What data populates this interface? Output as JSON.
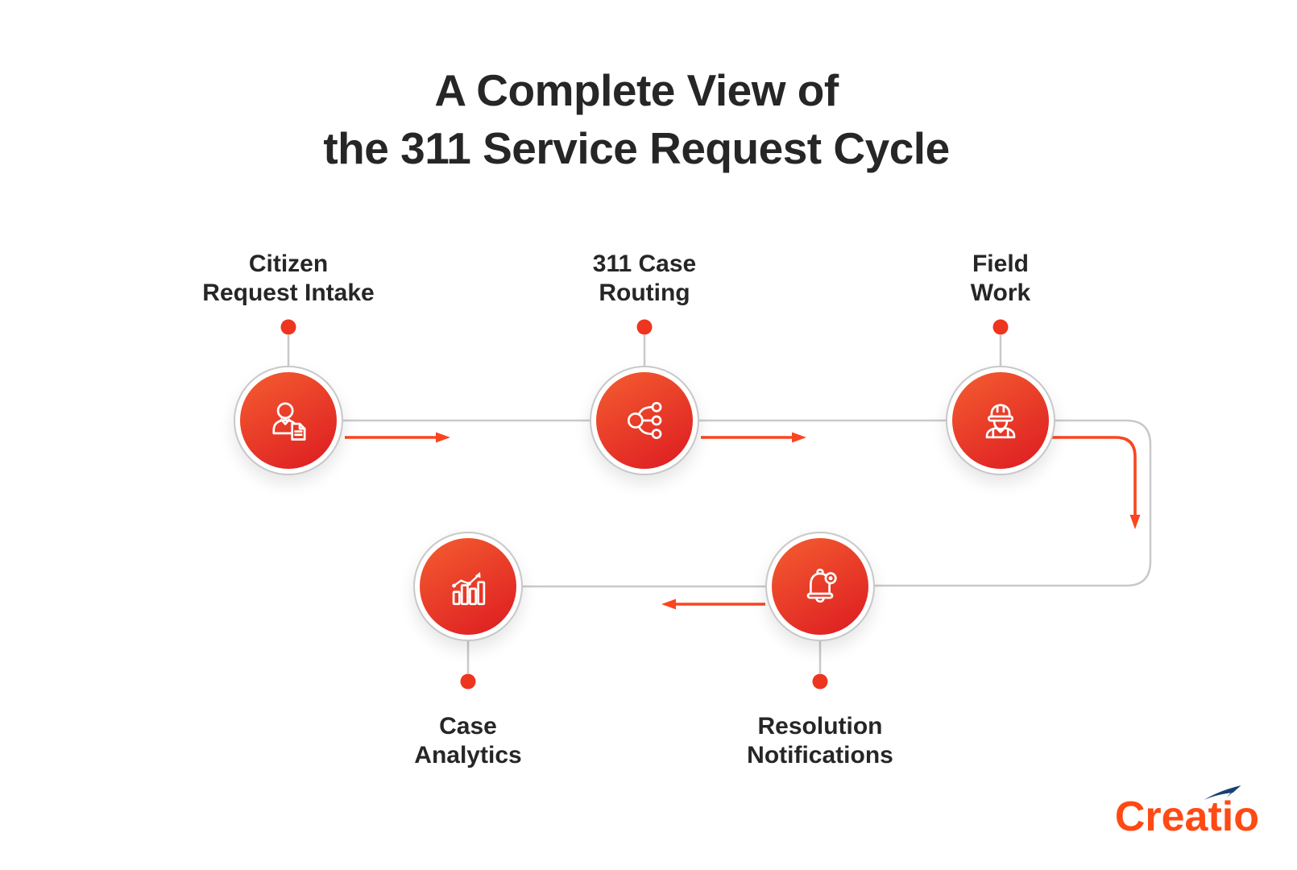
{
  "title": {
    "line1": "A Complete View of",
    "line2": "the 311 Service Request Cycle"
  },
  "flow_nodes": [
    {
      "label_line1": "Citizen",
      "label_line2": "Request Intake",
      "icon": "person-document-icon",
      "position": "top-left"
    },
    {
      "label_line1": "311 Case",
      "label_line2": "Routing",
      "icon": "routing-icon",
      "position": "top-center"
    },
    {
      "label_line1": "Field",
      "label_line2": "Work",
      "icon": "construction-worker-icon",
      "position": "top-right"
    },
    {
      "label_line1": "Resolution",
      "label_line2": "Notifications",
      "icon": "notification-bell-icon",
      "position": "bottom-right"
    },
    {
      "label_line1": "Case",
      "label_line2": "Analytics",
      "icon": "bar-chart-trend-icon",
      "position": "bottom-left"
    }
  ],
  "flow_order": [
    "Citizen Request Intake",
    "311 Case Routing",
    "Field Work",
    "Resolution Notifications",
    "Case Analytics"
  ],
  "logo": {
    "text": "Creatio"
  },
  "colors": {
    "node_gradient_start": "#F2582F",
    "node_gradient_end": "#DE1E22",
    "arrow_red": "#FB4520",
    "dot_red": "#ED3520",
    "connector_gray": "#C9C9C9",
    "ring_gray": "#C8C8C8",
    "text_dark": "#262626",
    "logo_orange": "#FF4A14",
    "logo_navy": "#1B3F72",
    "background": "#FFFFFF"
  }
}
